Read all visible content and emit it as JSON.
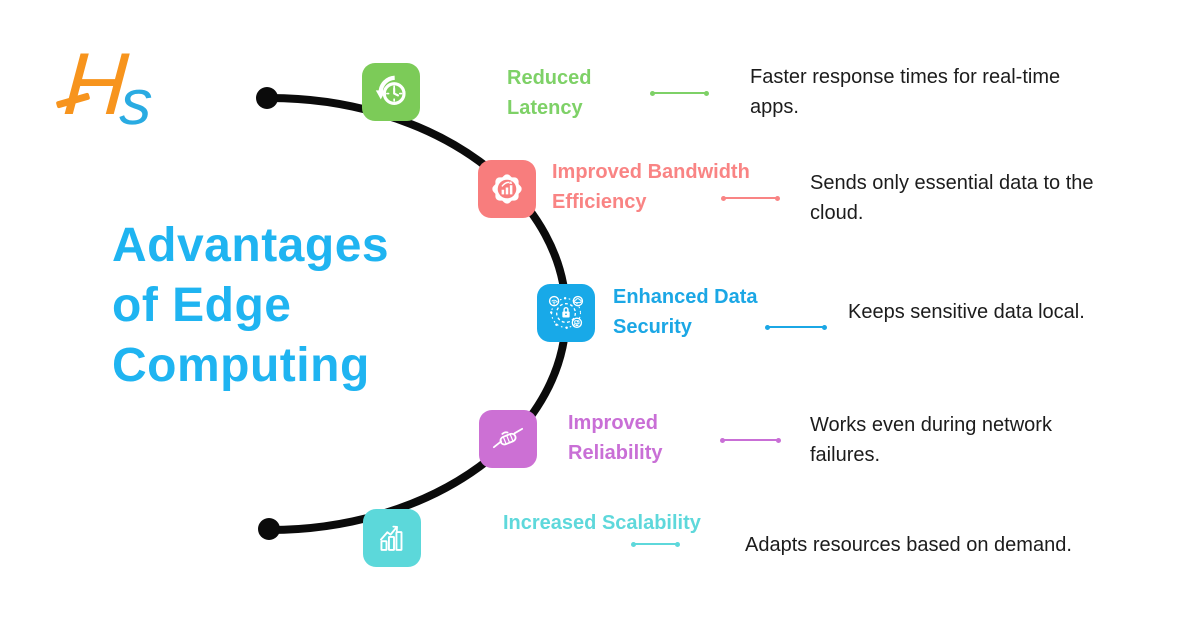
{
  "logo": {
    "letter_h": "H",
    "letter_s": "s",
    "h_color": "#F7941D",
    "s_color": "#29ABE2"
  },
  "title": {
    "lines": [
      "Advantages",
      "of Edge",
      "Computing"
    ],
    "color": "#1FB4F1"
  },
  "arc": {
    "color": "#0b0b0b"
  },
  "items": [
    {
      "label": "Reduced Latency",
      "description": "Faster response times for real-time apps.",
      "color": "#7ED167",
      "icon_bg": "#7CCB58",
      "icon": "clock-history-icon"
    },
    {
      "label": "Improved Bandwidth Efficiency",
      "description": "Sends only essential data to the cloud.",
      "color": "#F98484",
      "icon_bg": "#F87D7D",
      "icon": "gear-analytics-icon"
    },
    {
      "label": "Enhanced Data Security",
      "description": "Keeps sensitive data local.",
      "color": "#1BA7E5",
      "icon_bg": "#18A9E8",
      "icon": "network-security-lock-icon"
    },
    {
      "label": "Improved Reliability",
      "description": "Works even during network failures.",
      "color": "#C96FD6",
      "icon_bg": "#CC70D4",
      "icon": "handshake-icon"
    },
    {
      "label": "Increased Scalability",
      "description": "Adapts resources based on demand.",
      "color": "#5ED8DB",
      "icon_bg": "#5CD8DA",
      "icon": "growth-bars-icon"
    }
  ]
}
